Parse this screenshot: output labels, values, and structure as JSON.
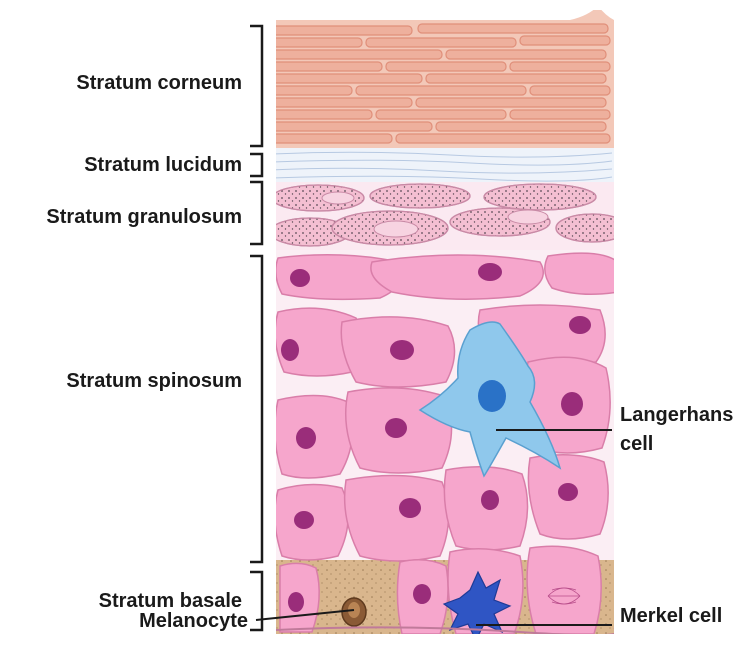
{
  "layers": [
    {
      "key": "corneum",
      "label": "Stratum corneum"
    },
    {
      "key": "lucidum",
      "label": "Stratum lucidum"
    },
    {
      "key": "granulosum",
      "label": "Stratum granulosum"
    },
    {
      "key": "spinosum",
      "label": "Stratum spinosum"
    },
    {
      "key": "basale",
      "label": "Stratum basale"
    }
  ],
  "cells": {
    "langerhans": {
      "line1": "Langerhans",
      "line2": "cell"
    },
    "merkel": "Merkel cell",
    "melanocyte": "Melanocyte"
  },
  "colors": {
    "corneum": "#eeb09d",
    "lucidum": "#dbe6f4",
    "granular_cell": "#f4bfd2",
    "keratinocyte": "#f6a6cc",
    "nucleus": "#9a2d7a",
    "langerhans": "#8fc8ec",
    "merkel": "#2f55c4",
    "melanocyte": "#8a5a35",
    "basal_matrix": "#d9b68d"
  }
}
